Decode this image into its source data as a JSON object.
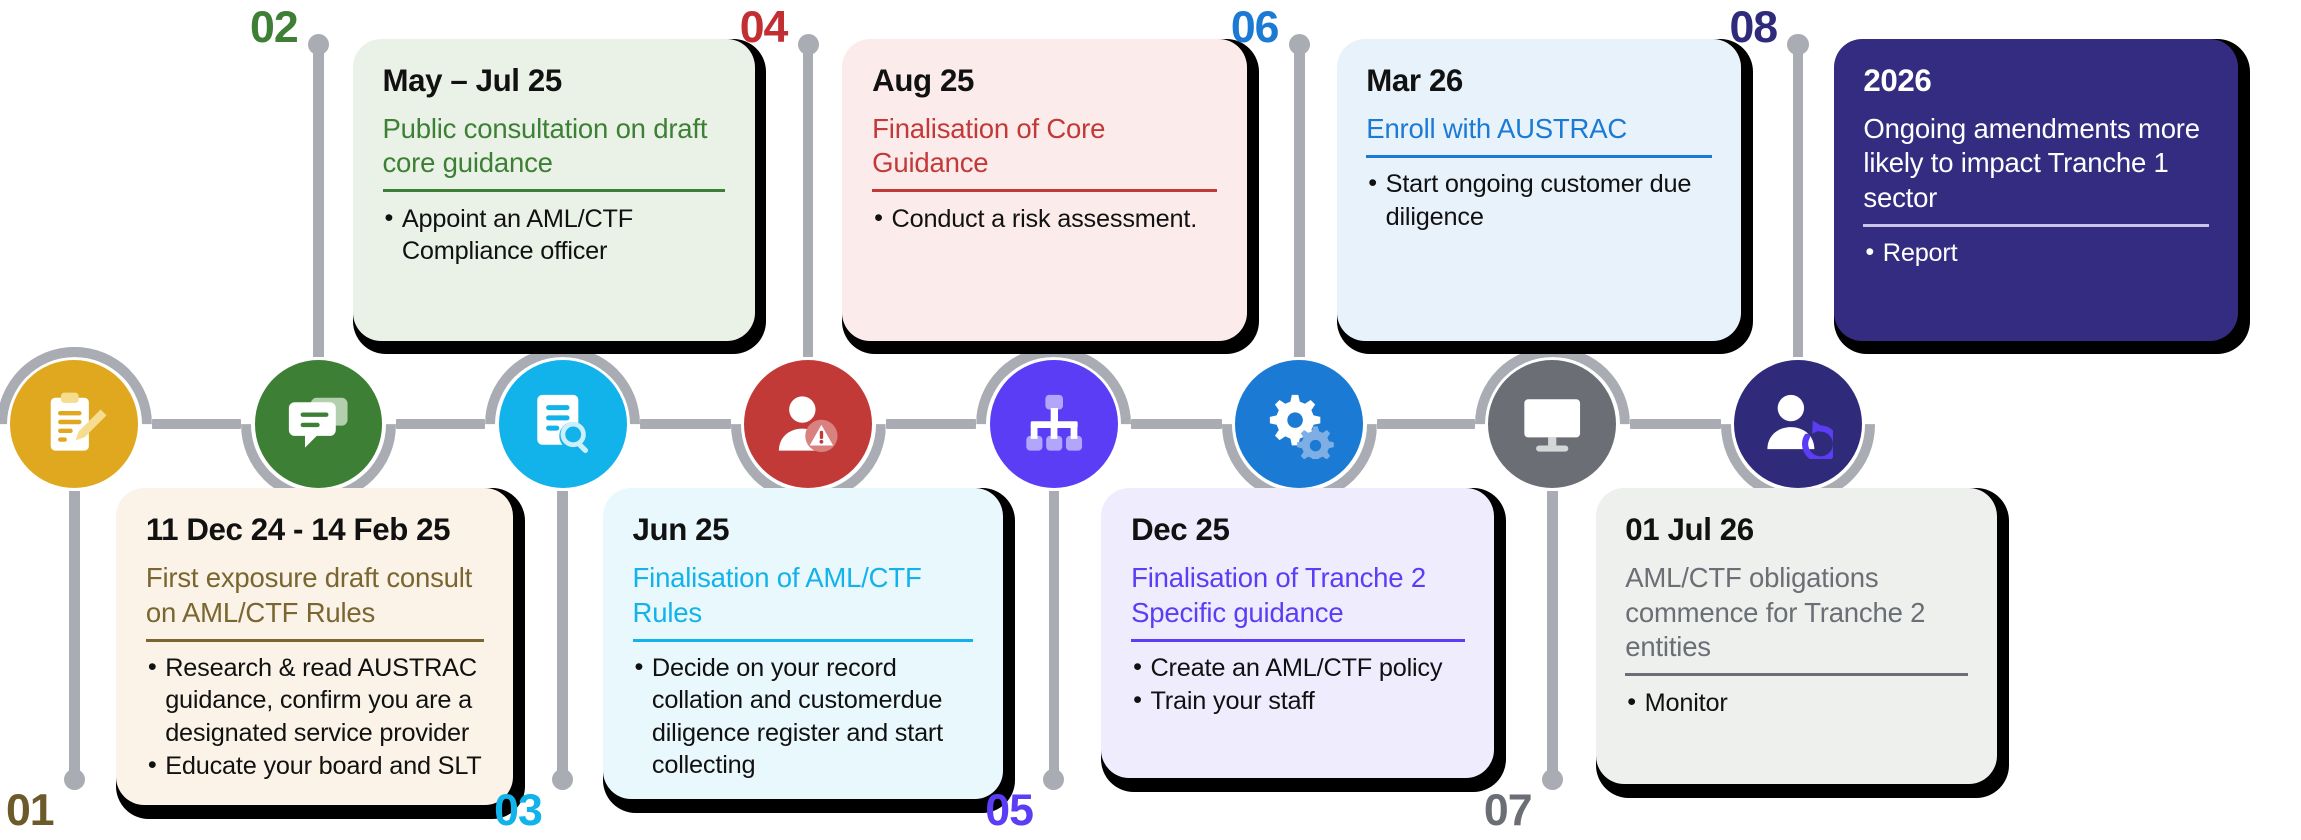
{
  "diagram": {
    "type": "timeline",
    "orientation": "horizontal",
    "rail_color": "#a9acb2",
    "background": "#ffffff",
    "steps_count": 8
  },
  "steps": [
    {
      "number": "01",
      "number_color": "#6d5a2a",
      "position": "below",
      "accent": "#e0a81f",
      "card_bg": "#fbf3e7",
      "rule_color": "#7a6630",
      "title_color": "#7a6630",
      "date_color": "#111111",
      "bullet_color": "#111111",
      "icon": "clipboard-edit-icon",
      "date": "11 Dec 24 - 14 Feb 25",
      "title": "First exposure draft consult on AML/CTF Rules",
      "bullets": [
        "Research & read AUSTRAC guidance, confirm you are a designated service provider",
        "Educate your board and SLT"
      ]
    },
    {
      "number": "02",
      "number_color": "#3d8035",
      "position": "above",
      "accent": "#3d8035",
      "card_bg": "#eaf2e8",
      "rule_color": "#3d8035",
      "title_color": "#3d8035",
      "date_color": "#111111",
      "bullet_color": "#111111",
      "icon": "chat-bubble-icon",
      "date": "May – Jul 25",
      "title": "Public consultation on draft core guidance",
      "bullets": [
        "Appoint an AML/CTF Compliance officer"
      ]
    },
    {
      "number": "03",
      "number_color": "#12b2ea",
      "position": "below",
      "accent": "#12b2ea",
      "card_bg": "#e9f8fd",
      "rule_color": "#12b2ea",
      "title_color": "#12b2ea",
      "date_color": "#111111",
      "bullet_color": "#111111",
      "icon": "document-search-icon",
      "date": "Jun 25",
      "title": "Finalisation of AML/CTF Rules",
      "bullets": [
        "Decide on your record collation and customerdue diligence register and start collecting"
      ]
    },
    {
      "number": "04",
      "number_color": "#c22f33",
      "position": "above",
      "accent": "#c23a38",
      "card_bg": "#fbeceb",
      "rule_color": "#c23a38",
      "title_color": "#c23a38",
      "date_color": "#111111",
      "bullet_color": "#111111",
      "icon": "user-risk-icon",
      "date": "Aug 25",
      "title": "Finalisation of Core Guidance",
      "bullets": [
        "Conduct a risk assessment."
      ]
    },
    {
      "number": "05",
      "number_color": "#5b3df5",
      "position": "below",
      "accent": "#5b3df5",
      "card_bg": "#efecfe",
      "rule_color": "#5b3df5",
      "title_color": "#5b3df5",
      "date_color": "#111111",
      "bullet_color": "#111111",
      "icon": "org-chart-icon",
      "date": "Dec 25",
      "title": "Finalisation of Tranche 2 Specific guidance",
      "bullets": [
        "Create an AML/CTF policy",
        "Train your staff"
      ]
    },
    {
      "number": "06",
      "number_color": "#1a7ad4",
      "position": "above",
      "accent": "#1a7ad4",
      "card_bg": "#e8f2fb",
      "rule_color": "#1a7ad4",
      "title_color": "#1a7ad4",
      "date_color": "#111111",
      "bullet_color": "#111111",
      "icon": "gears-icon",
      "date": "Mar 26",
      "title": "Enroll with AUSTRAC",
      "bullets": [
        "Start ongoing customer due diligence"
      ]
    },
    {
      "number": "07",
      "number_color": "#6b6e74",
      "position": "below",
      "accent": "#6b6e74",
      "card_bg": "#eef0ee",
      "rule_color": "#6b6e74",
      "title_color": "#6b6e74",
      "date_color": "#111111",
      "bullet_color": "#111111",
      "icon": "monitor-icon",
      "date": "01 Jul 26",
      "title": "AML/CTF obligations commence for Tranche 2 entities",
      "bullets": [
        "Monitor"
      ]
    },
    {
      "number": "08",
      "number_color": "#2f2a7a",
      "position": "above",
      "accent": "#2f2a7a",
      "card_bg": "#332c80",
      "rule_color": "#c8c5e6",
      "title_color": "#ffffff",
      "date_color": "#ffffff",
      "bullet_color": "#ffffff",
      "icon": "user-refresh-icon",
      "date": "2026",
      "title": "Ongoing amendments more likely to impact Tranche 1 sector",
      "bullets": [
        "Report"
      ]
    }
  ]
}
